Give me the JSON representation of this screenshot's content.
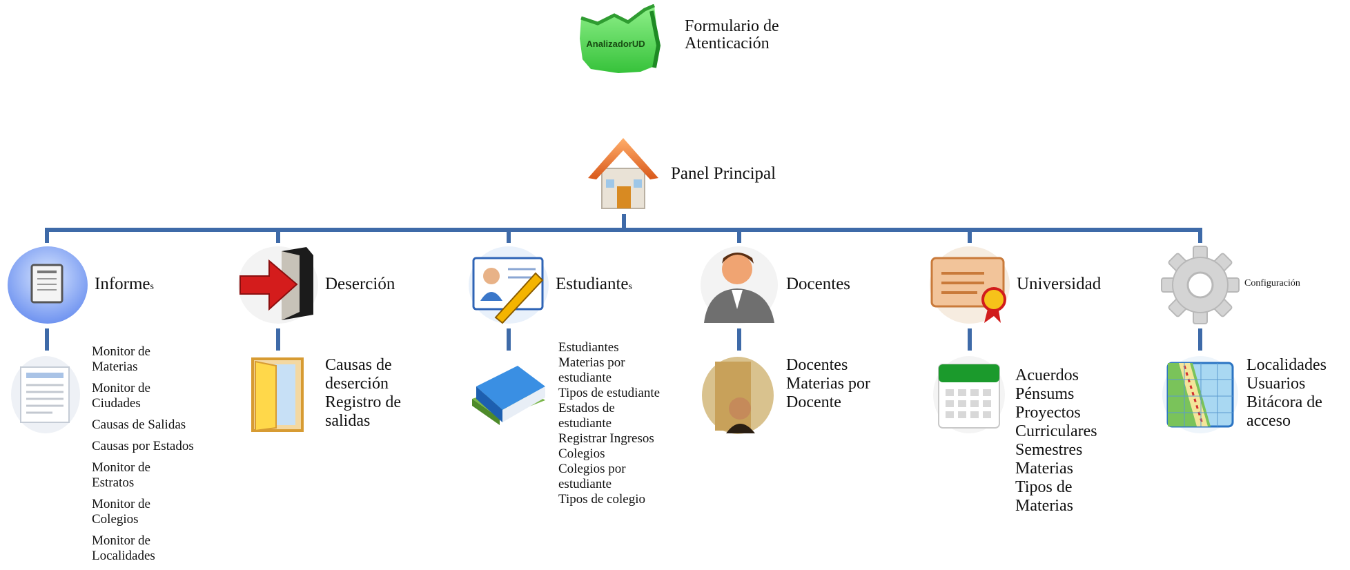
{
  "top": {
    "logo_text": "AnalizadorUD",
    "form_label_line1": "Formulario de",
    "form_label_line2": "Atenticación"
  },
  "root": {
    "label": "Panel Principal"
  },
  "modules": [
    {
      "title": "Informe",
      "suffix": "s",
      "items": [
        "Monitor de\nMaterias",
        "Monitor de\nCiudades",
        "Causas de Salidas",
        "Causas por Estados",
        "Monitor de\nEstratos",
        "Monitor de\nColegios",
        "Monitor de\nLocalidades"
      ]
    },
    {
      "title": "Deserción",
      "items": [
        "Causas de",
        "deserción",
        "Registro de",
        "salidas"
      ]
    },
    {
      "title": "Estudiante",
      "suffix": "s",
      "items": [
        "Estudiantes",
        "Materias por",
        "estudiante",
        "Tipos de estudiante",
        "Estados de",
        "estudiante",
        "Registrar Ingresos",
        "Colegios",
        "Colegios por",
        "estudiante",
        "Tipos de colegio"
      ]
    },
    {
      "title": "Docentes",
      "items": [
        "Docentes",
        "Materias por",
        "Docente"
      ]
    },
    {
      "title": "Universidad",
      "items": [
        "Acuerdos",
        "Pénsums",
        "Proyectos",
        "Curriculares",
        "Semestres",
        "Materias",
        "Tipos de",
        "Materias"
      ]
    },
    {
      "title": "Configuración",
      "items": [
        "Localidades",
        "Usuarios",
        "Bitácora de",
        "acceso"
      ]
    }
  ],
  "colors": {
    "connector": "#3e6aa8"
  }
}
